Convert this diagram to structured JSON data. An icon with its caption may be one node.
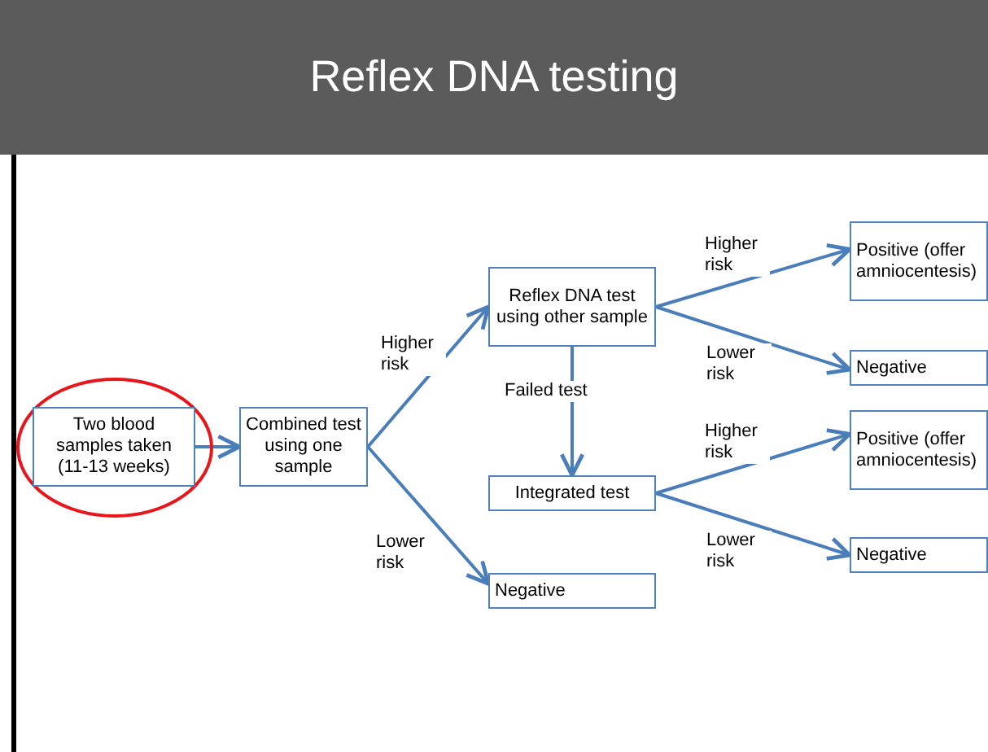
{
  "diagram": {
    "title": "Reflex DNA testing",
    "nodes": [
      {
        "text": [],
        "shape": "ellipse"
      },
      {
        "text": [
          "Two blood samples taken (11-13 weeks)"
        ],
        "in": 0
      },
      {
        "text": [
          "Combined test using one sample"
        ]
      },
      {
        "text": [
          "Reflex DNA test using other sample"
        ]
      },
      {
        "text": [
          "Integrated test"
        ]
      },
      {
        "text": [
          "Negative"
        ]
      },
      {
        "text": [
          "Positive (offer amniocentesis)"
        ]
      },
      {
        "text": [
          "Negative"
        ]
      },
      {
        "text": [
          "Positive (offer amniocentesis)"
        ]
      },
      {
        "text": [
          "Negative"
        ]
      }
    ],
    "edges": [
      {
        "from": 1,
        "to": 2,
        "arrow": "to"
      },
      {
        "from": 2,
        "to": 3,
        "arrow": "to",
        "label": "Higher risk"
      },
      {
        "from": 2,
        "to": 5,
        "arrow": "to",
        "label": "Lower risk"
      },
      {
        "from": 3,
        "to": 4,
        "arrow": "to",
        "label": "Failed test"
      },
      {
        "from": 3,
        "to": 6,
        "arrow": "to",
        "label": "Higher risk"
      },
      {
        "from": 3,
        "to": 7,
        "arrow": "to",
        "label": "Lower risk"
      },
      {
        "from": 4,
        "to": 8,
        "arrow": "to",
        "label": "Higher risk"
      },
      {
        "from": 4,
        "to": 9,
        "arrow": "to",
        "label": "Lower risk"
      }
    ]
  }
}
